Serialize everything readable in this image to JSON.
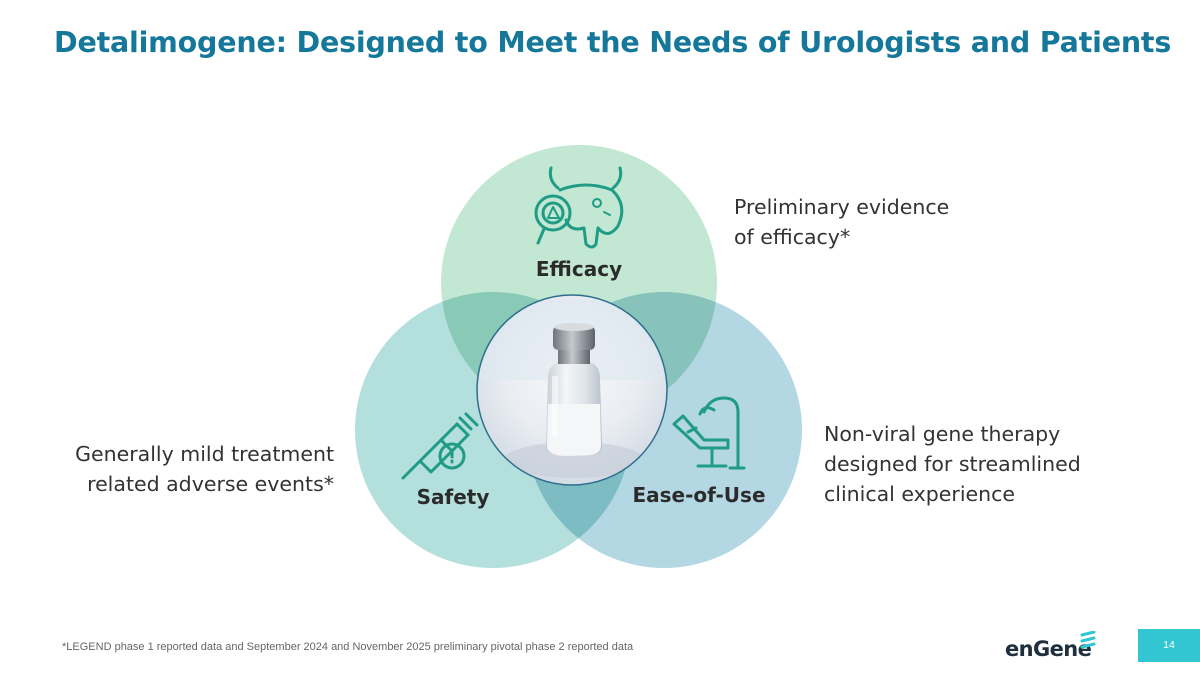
{
  "title": "Detalimogene: Designed to Meet the Needs of Urologists and Patients",
  "diagram": {
    "efficacy": {
      "label": "Efficacy",
      "icon": "bladder-magnifier-icon",
      "color": "#b9e4cc"
    },
    "safety": {
      "label": "Safety",
      "icon": "syringe-warning-icon",
      "color": "#a8dbd8"
    },
    "ease_of_use": {
      "label": "Ease-of-Use",
      "icon": "exam-chair-icon",
      "color": "#a9d2df"
    },
    "center_image": "vial-photo",
    "icon_color": "#1f9b86"
  },
  "callouts": {
    "efficacy": [
      "Preliminary evidence",
      "of efficacy*"
    ],
    "ease_of_use": [
      "Non-viral gene therapy",
      "designed for streamlined",
      "clinical experience"
    ],
    "safety": [
      "Generally mild treatment",
      "related adverse events*"
    ]
  },
  "footnote": "*LEGEND phase 1 reported data and September 2024 and November 2025 preliminary pivotal phase 2 reported data",
  "logo": "enGene",
  "page_number": "14",
  "colors": {
    "title": "#15789a",
    "page_box": "#33c5d1"
  }
}
